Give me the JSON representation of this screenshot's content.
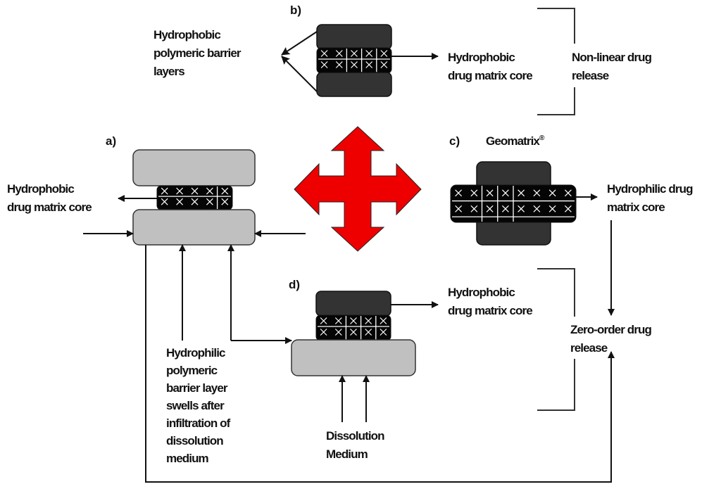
{
  "panels": {
    "a": {
      "label": "a)",
      "core_label": [
        "Hydrophobic",
        "drug matrix core"
      ],
      "barrier_label": [
        "Hydrophilic",
        "polymeric",
        "barrier layer",
        "swells after",
        "infiltration of",
        "dissolution",
        "medium"
      ]
    },
    "b": {
      "label": "b)",
      "barrier_label": [
        "Hydrophobic",
        "polymeric barrier",
        "layers"
      ],
      "core_label": [
        "Hydrophobic",
        "drug matrix core"
      ]
    },
    "c": {
      "label": "c)",
      "title": "Geomatrix",
      "title_mark": "®",
      "core_label": [
        "Hydrophilic drug",
        "matrix core"
      ]
    },
    "d": {
      "label": "d)",
      "core_label": [
        "Hydrophobic",
        "drug matrix core"
      ],
      "medium_label": [
        "Dissolution",
        "Medium"
      ]
    }
  },
  "outcomes": {
    "non_linear": [
      "Non-linear drug",
      "release"
    ],
    "zero_order": [
      "Zero-order drug",
      "release"
    ]
  },
  "colors": {
    "center_arrow": "#ee0000",
    "hydrophilic_layer": "#c0c0c0",
    "hydrophobic_layer": "#333333",
    "core": "#050505"
  }
}
